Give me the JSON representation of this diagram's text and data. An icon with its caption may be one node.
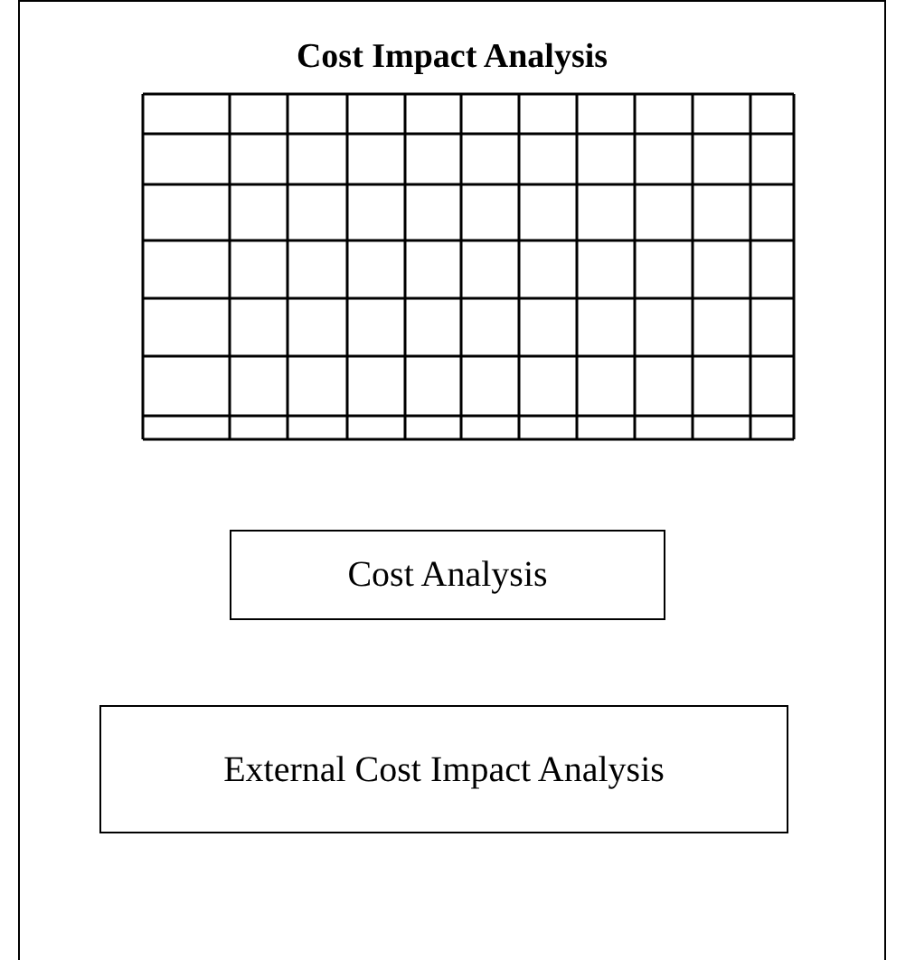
{
  "diagram": {
    "title": "Cost Impact Analysis",
    "nodes": [
      {
        "text": [
          "Cost Analysis"
        ]
      },
      {
        "text": [
          "External Cost Impact Analysis"
        ]
      }
    ],
    "edges": []
  }
}
